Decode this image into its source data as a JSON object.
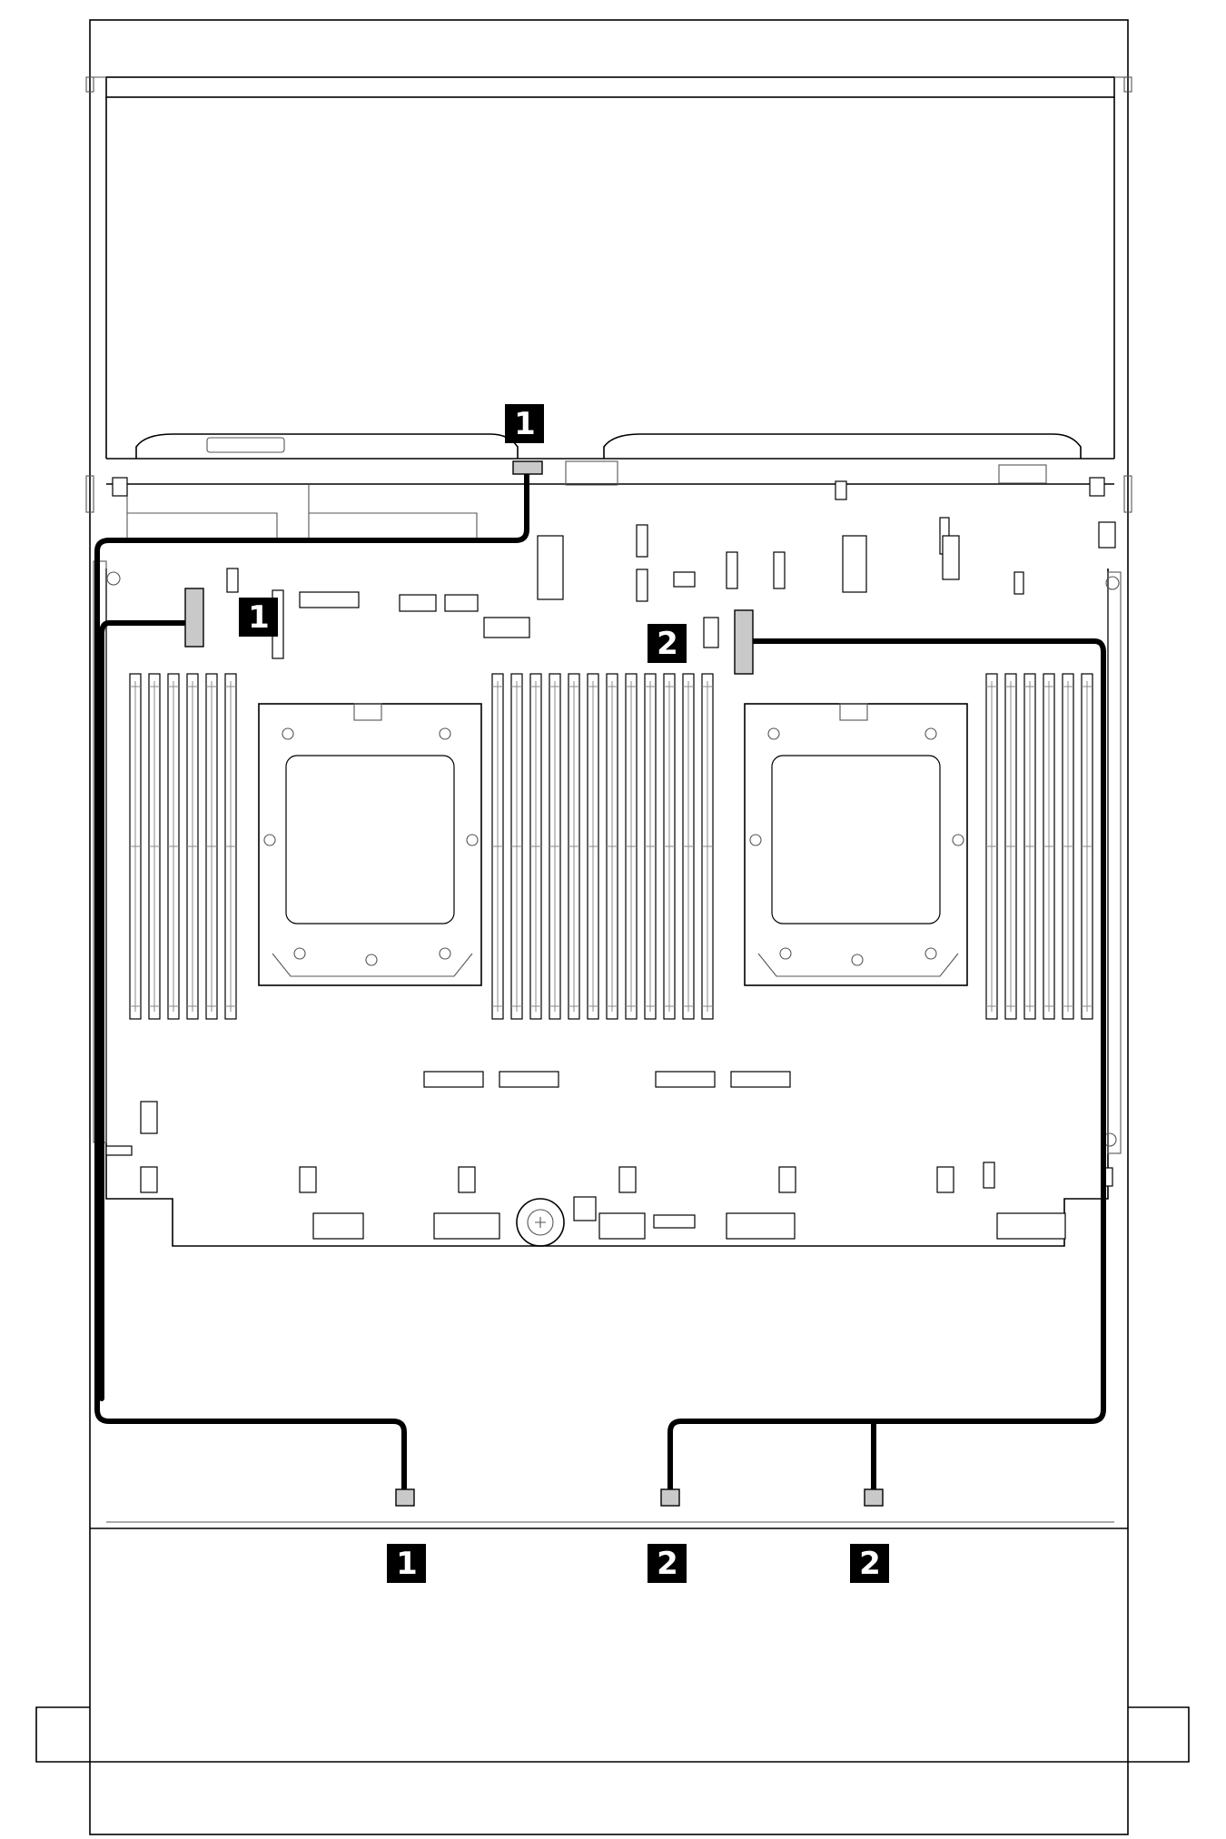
{
  "diagram": {
    "callouts": [
      {
        "id": "c1",
        "label": "1",
        "cable": "1"
      },
      {
        "id": "c2",
        "label": "1",
        "cable": "1"
      },
      {
        "id": "c3",
        "label": "2",
        "cable": "2"
      },
      {
        "id": "c4",
        "label": "1",
        "cable": "1"
      },
      {
        "id": "c5",
        "label": "2",
        "cable": "2"
      },
      {
        "id": "c6",
        "label": "2",
        "cable": "2"
      }
    ]
  },
  "colors": {
    "cable": "#000000",
    "connector": "#c9c9c9",
    "line": "#000000"
  }
}
